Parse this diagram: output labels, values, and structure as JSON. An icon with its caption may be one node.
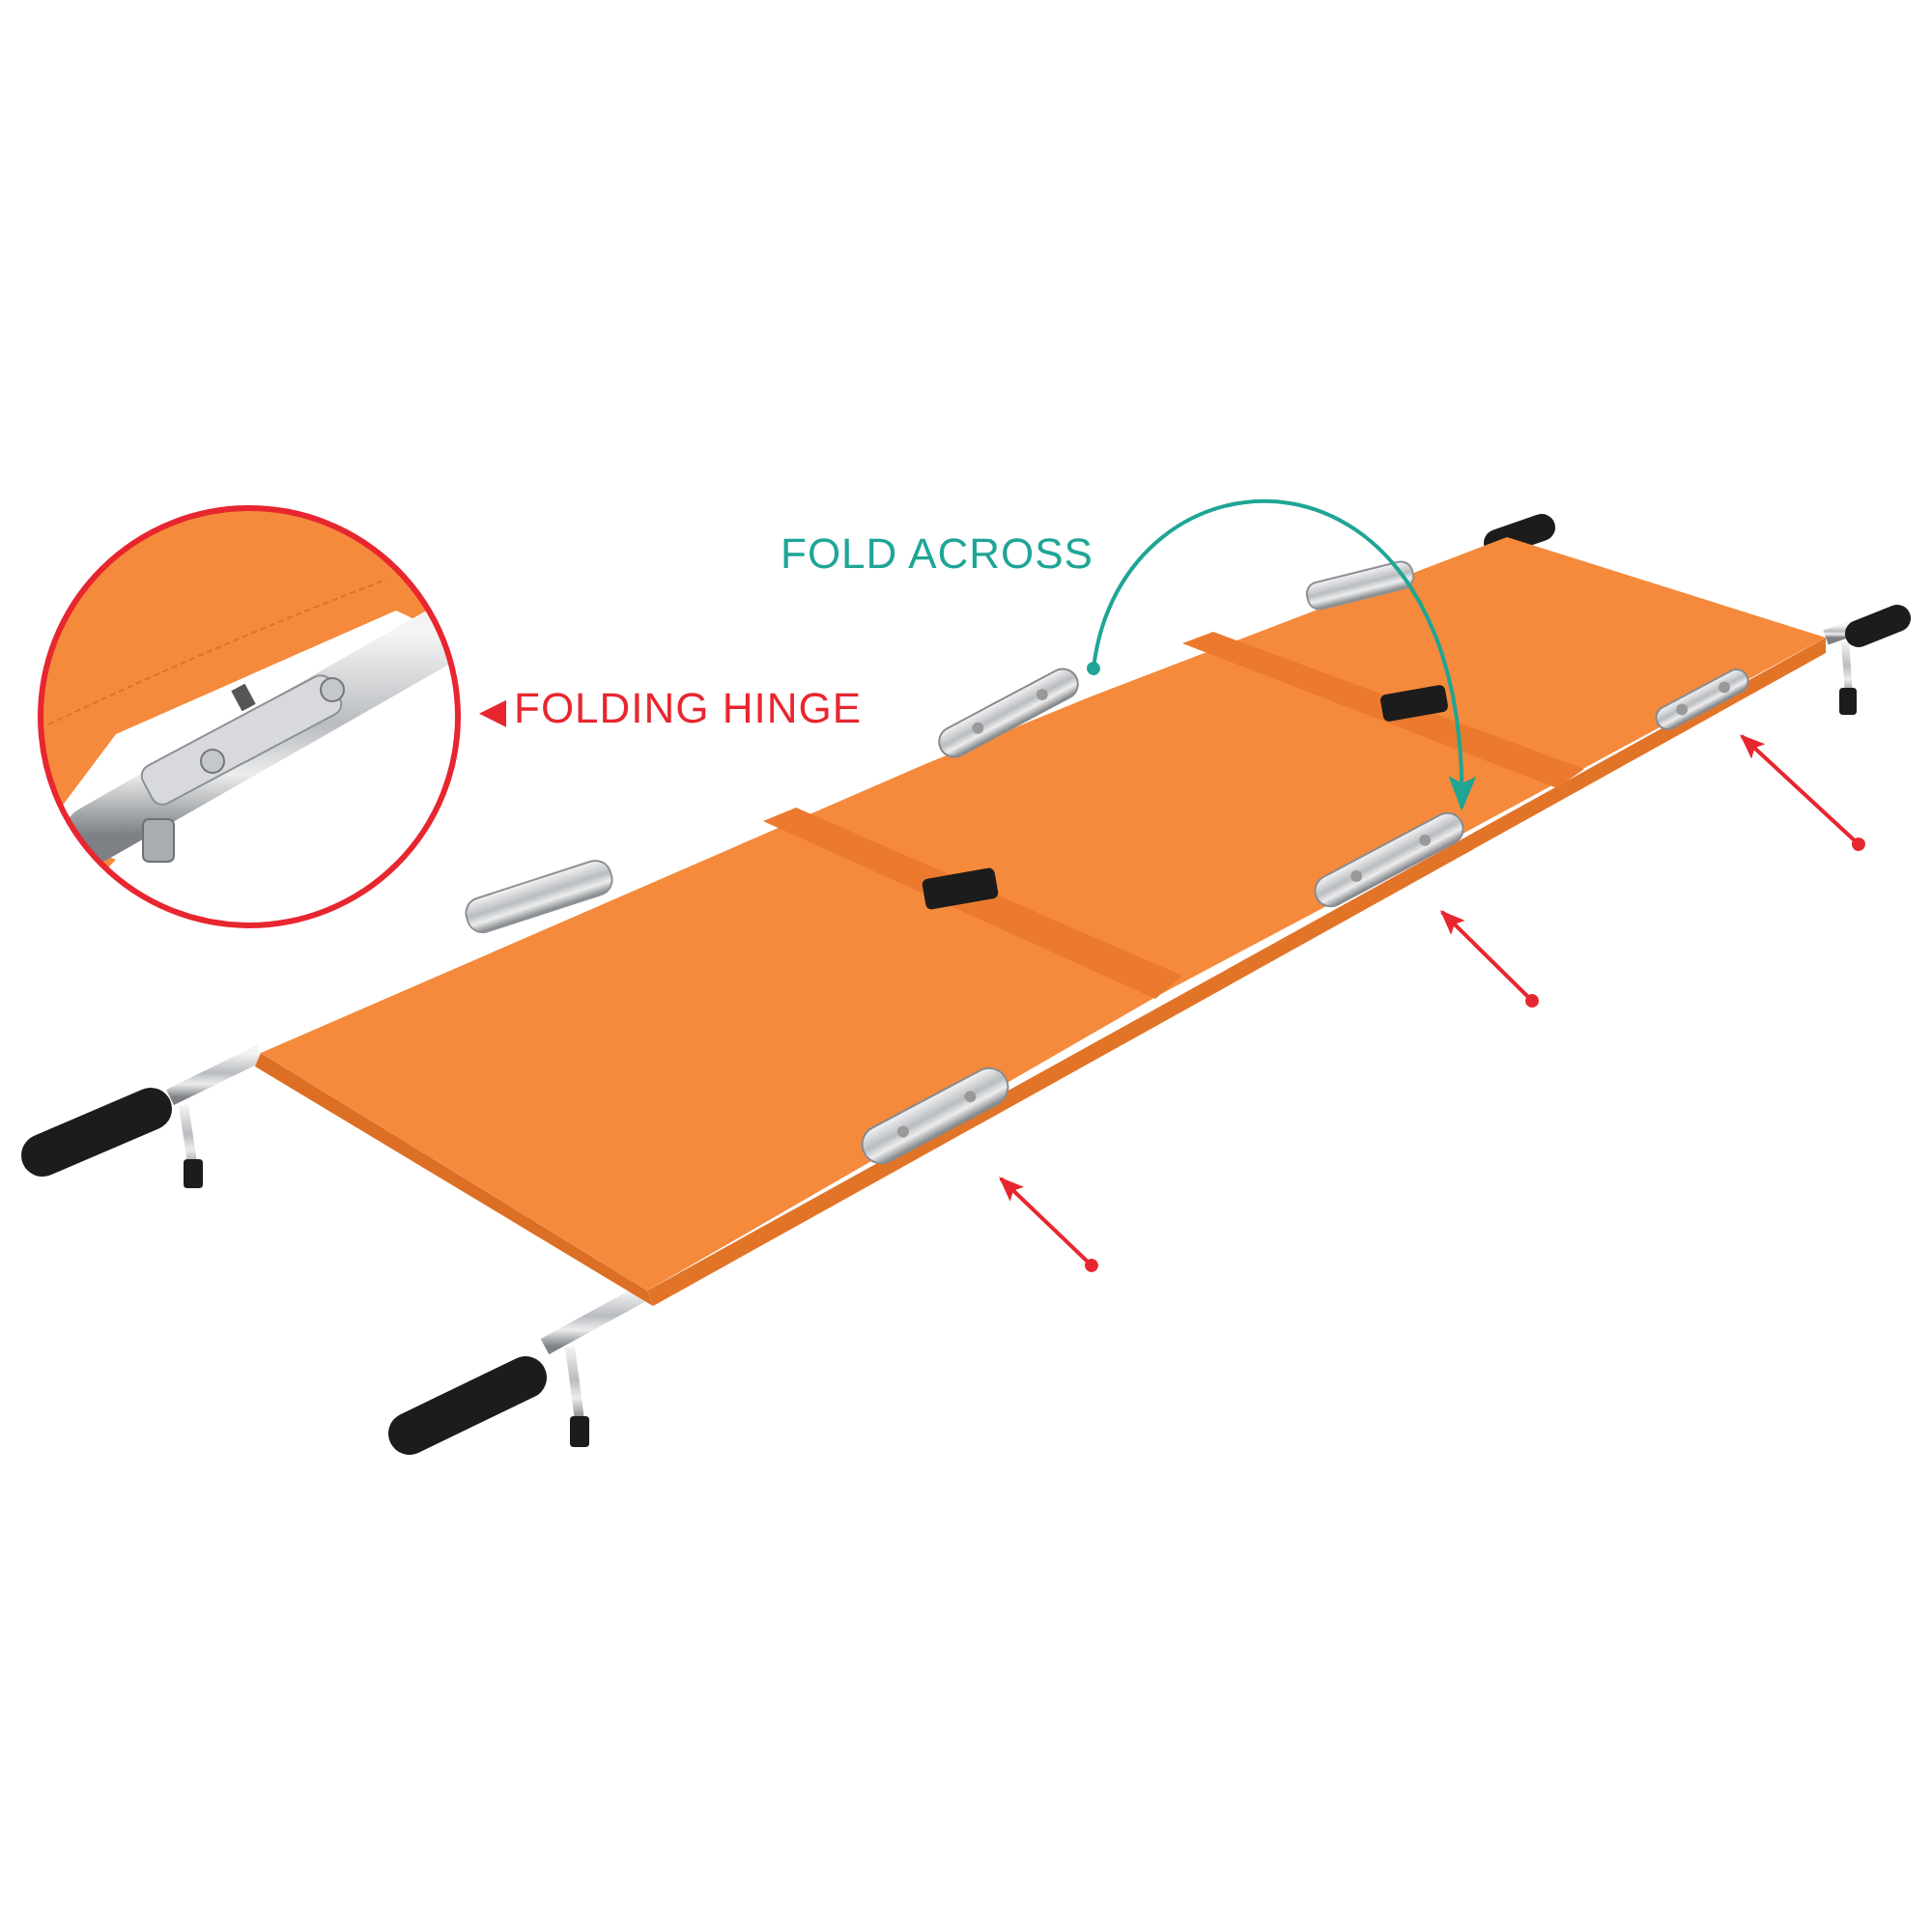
{
  "diagram": {
    "nodes": [
      {
        "text": [],
        "shape": "picture"
      },
      {
        "text": [
          "FOLDING HINGE"
        ]
      },
      {
        "text": [],
        "shape": "picture"
      },
      {
        "text": [],
        "shape": "picture",
        "in": 2
      },
      {
        "text": [],
        "shape": "picture",
        "in": 2
      },
      {
        "text": [],
        "shape": "picture",
        "in": 2
      },
      {
        "text": [],
        "shape": "picture",
        "in": 2
      }
    ],
    "edges": [
      {
        "from": 1,
        "to": 0,
        "arrow": "to"
      },
      {
        "from": 3,
        "to": 5,
        "arrow": "to",
        "label": "FOLD ACROSS",
        "color": "#1fa595"
      },
      {
        "from": null,
        "to": 4,
        "arrow": "to"
      },
      {
        "from": null,
        "to": 5,
        "arrow": "to"
      },
      {
        "from": null,
        "to": 6,
        "arrow": "to"
      }
    ]
  }
}
